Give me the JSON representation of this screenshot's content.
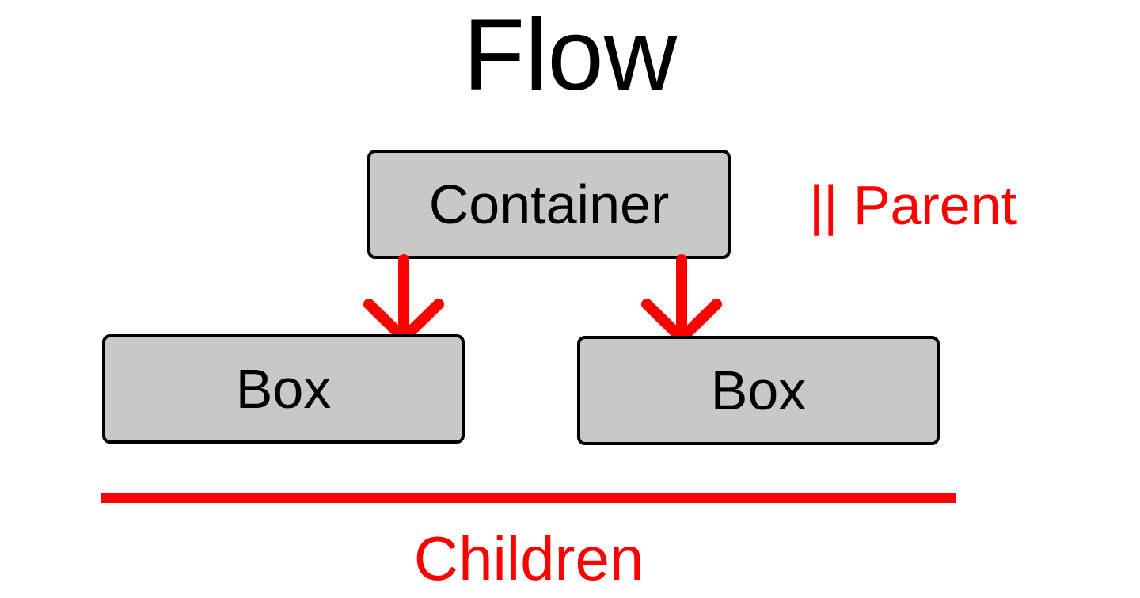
{
  "diagram": {
    "title": "Flow",
    "nodes": {
      "container": {
        "label": "Container"
      },
      "left_box": {
        "label": "Box"
      },
      "right_box": {
        "label": "Box"
      }
    },
    "annotations": {
      "parent_label": "|| Parent",
      "children_label": "Children"
    },
    "colors": {
      "annotation_red": "#fe0000",
      "node_fill": "#c8c8c8",
      "node_border": "#000000",
      "text_black": "#000000"
    }
  }
}
